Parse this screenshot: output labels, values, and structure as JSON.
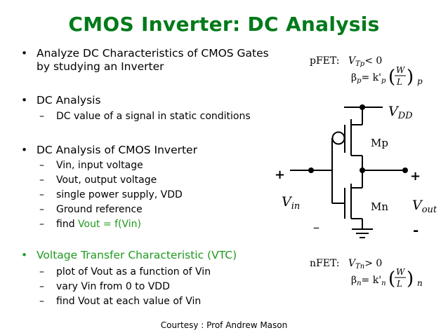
{
  "title": "CMOS Inverter: DC Analysis",
  "bullets": {
    "b1_line1": "Analyze DC Characteristics of CMOS Gates",
    "b1_line2": "by studying an Inverter",
    "b2": "DC Analysis",
    "b2_sub1": "DC value of a signal in static conditions",
    "b3": "DC Analysis of CMOS Inverter",
    "b3_sub1": "Vin, input voltage",
    "b3_sub2": "Vout, output voltage",
    "b3_sub3": "single power supply, VDD",
    "b3_sub4": "Ground reference",
    "b3_sub5_prefix": "find ",
    "b3_sub5_eq": "Vout = f(Vin)",
    "b4": "Voltage Transfer Characteristic (VTC)",
    "b4_sub1": "plot of Vout as a function of Vin",
    "b4_sub2": "vary Vin from 0 to VDD",
    "b4_sub3": "find Vout at each value of Vin"
  },
  "pfet": {
    "label": "pFET:",
    "vt": "V",
    "vt_sub": "Tp",
    "vt_rel": "< 0",
    "beta": "β",
    "beta_sub": "p",
    "beta_eq": "= k'",
    "k_sub": "p",
    "W": "W",
    "L": "L",
    "tail_sub": "p"
  },
  "nfet": {
    "label": "nFET:",
    "vt": "V",
    "vt_sub": "Tn",
    "vt_rel": "> 0",
    "beta": "β",
    "beta_sub": "n",
    "beta_eq": "= k'",
    "k_sub": "n",
    "W": "W",
    "L": "L",
    "tail_sub": "n"
  },
  "circuit": {
    "vdd": "V",
    "vdd_sub": "DD",
    "mp": "Mp",
    "mn": "Mn",
    "vin": "V",
    "vin_sub": "in",
    "vout": "V",
    "vout_sub": "out",
    "plus_left": "+",
    "plus_right": "+",
    "minus_left": "–",
    "minus_right": "-"
  },
  "credit": "Courtesy : Prof Andrew Mason",
  "colors": {
    "title": "#007a1a",
    "accent_text": "#1f9a1f"
  },
  "icons": {
    "bullet": "•",
    "dash": "–"
  }
}
